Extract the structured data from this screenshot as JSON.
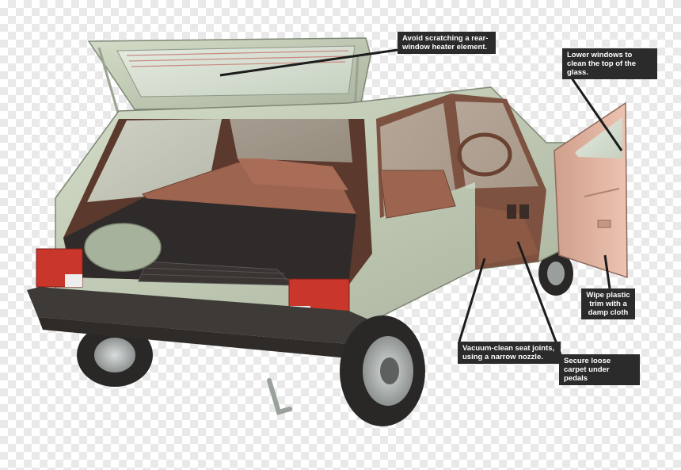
{
  "callouts": {
    "rear_window": "Avoid scratching a rear-window heater element.",
    "lower_windows": "Lower windows to clean the top of the glass.",
    "wipe_trim": "Wipe plastic trim with a damp cloth",
    "vacuum_seats": "Vacuum-clean seat joints, using a narrow nozzle.",
    "secure_carpet": "Secure loose carpet under pedals"
  },
  "colors": {
    "body": "#c3cdb8",
    "body_shade": "#a9b39e",
    "interior": "#8c5a44",
    "seat": "#9d6550",
    "tail_light": "#c9362b",
    "bumper": "#3d3a37",
    "tyre": "#2a2826",
    "door_panel": "#e3b5a2",
    "callout_bg": "#2b2b2b",
    "leader": "#1c1c1c"
  }
}
